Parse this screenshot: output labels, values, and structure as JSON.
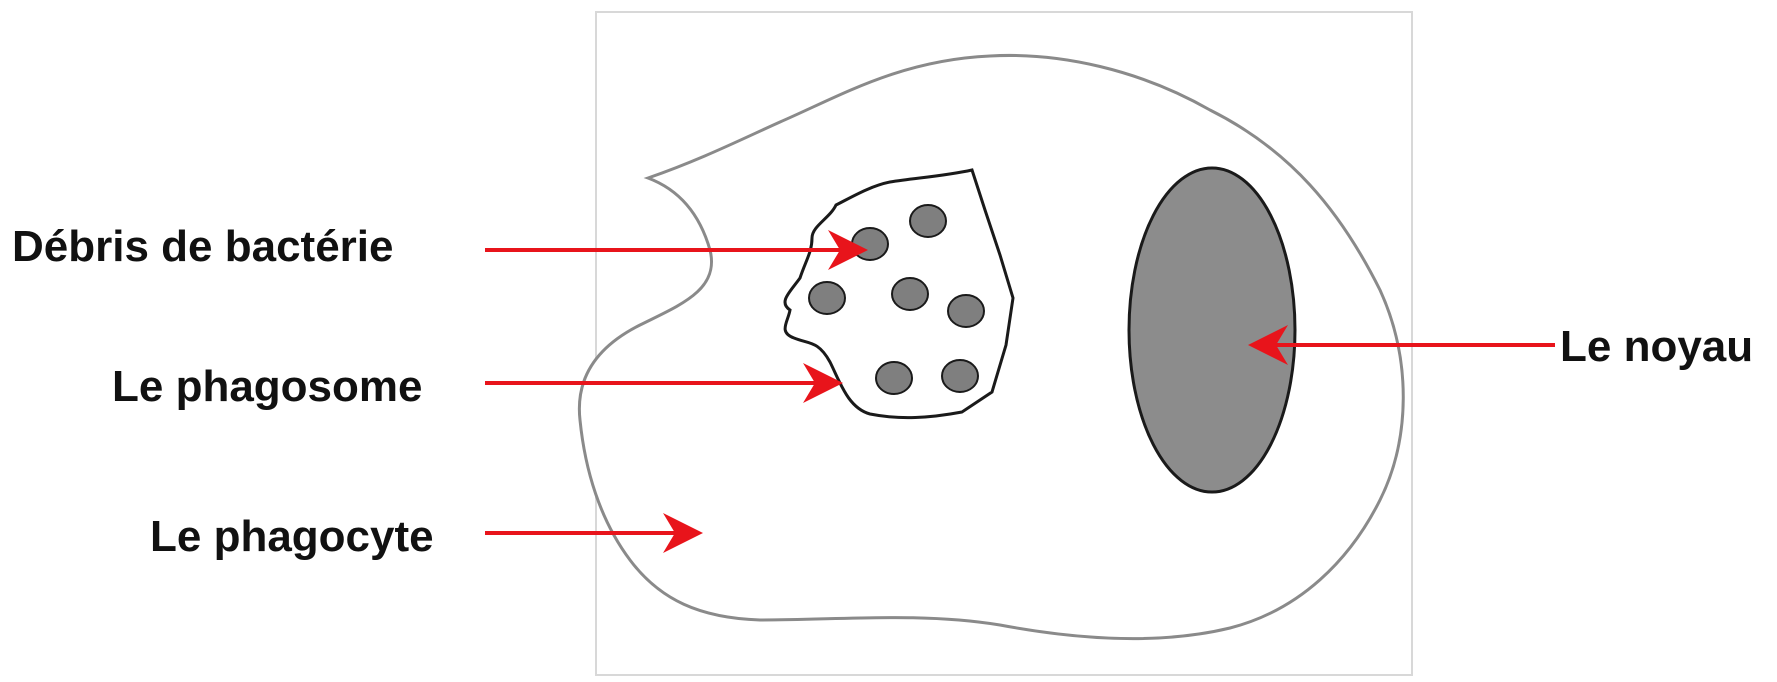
{
  "labels": {
    "debris": "Débris de bactérie",
    "phagosome": "Le phagosome",
    "phagocyte": "Le phagocyte",
    "noyau": "Le noyau"
  },
  "colors": {
    "arrow": "#e8141b",
    "cell_outline": "#8a8a8a",
    "phagosome_outline": "#1a1a1a",
    "nucleus_fill": "#8c8c8c",
    "debris_fill": "#7f7f7f",
    "frame": "#d8d8d8"
  }
}
